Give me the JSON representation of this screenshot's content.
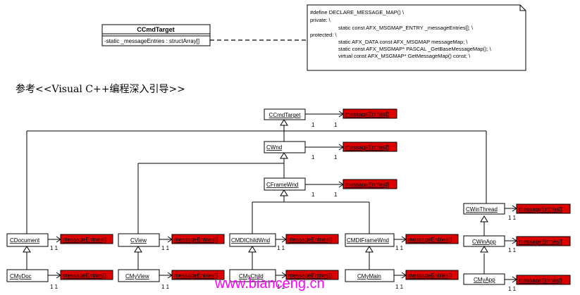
{
  "top_class": {
    "name": "CCmdTarget",
    "attribute": "-static  _messageEntries : structArray[]"
  },
  "note_lines": [
    "#define DECLARE_MESSAGE_MAP() \\",
    "private: \\",
    "static const AFX_MSGMAP_ENTRY _messageEntries[]; \\",
    "protected: \\",
    "static AFX_DATA const AFX_MSGMAP messageMap; \\",
    "static const AFX_MSGMAP* PASCAL _GetBaseMessageMap(); \\",
    "virtual const AFX_MSGMAP* GetMessageMap() const; \\"
  ],
  "reference": "参考<<Visual C++编程深入引导>>",
  "member_label": "messageEntries[]",
  "mult_one": "1",
  "mult_pair": "1 1",
  "classes": {
    "ccmdtarget": "CCmdTarget",
    "cwnd": "CWnd",
    "cframewnd": "CFrameWnd",
    "cwinthread": "CWinThread",
    "cwinapp": "CWinApp",
    "cmyapp": "CMyApp",
    "cdocument": "CDocument",
    "cmydoc": "CMyDoc",
    "cview": "CView",
    "cmyview": "CMyView",
    "cmdichildwnd": "CMDIChildWnd",
    "cmychild": "CMyChild",
    "cmdiframewnd": "CMDIFrameWnd",
    "cmymain": "CMyMain"
  },
  "watermark": "www.bianceng.cn"
}
